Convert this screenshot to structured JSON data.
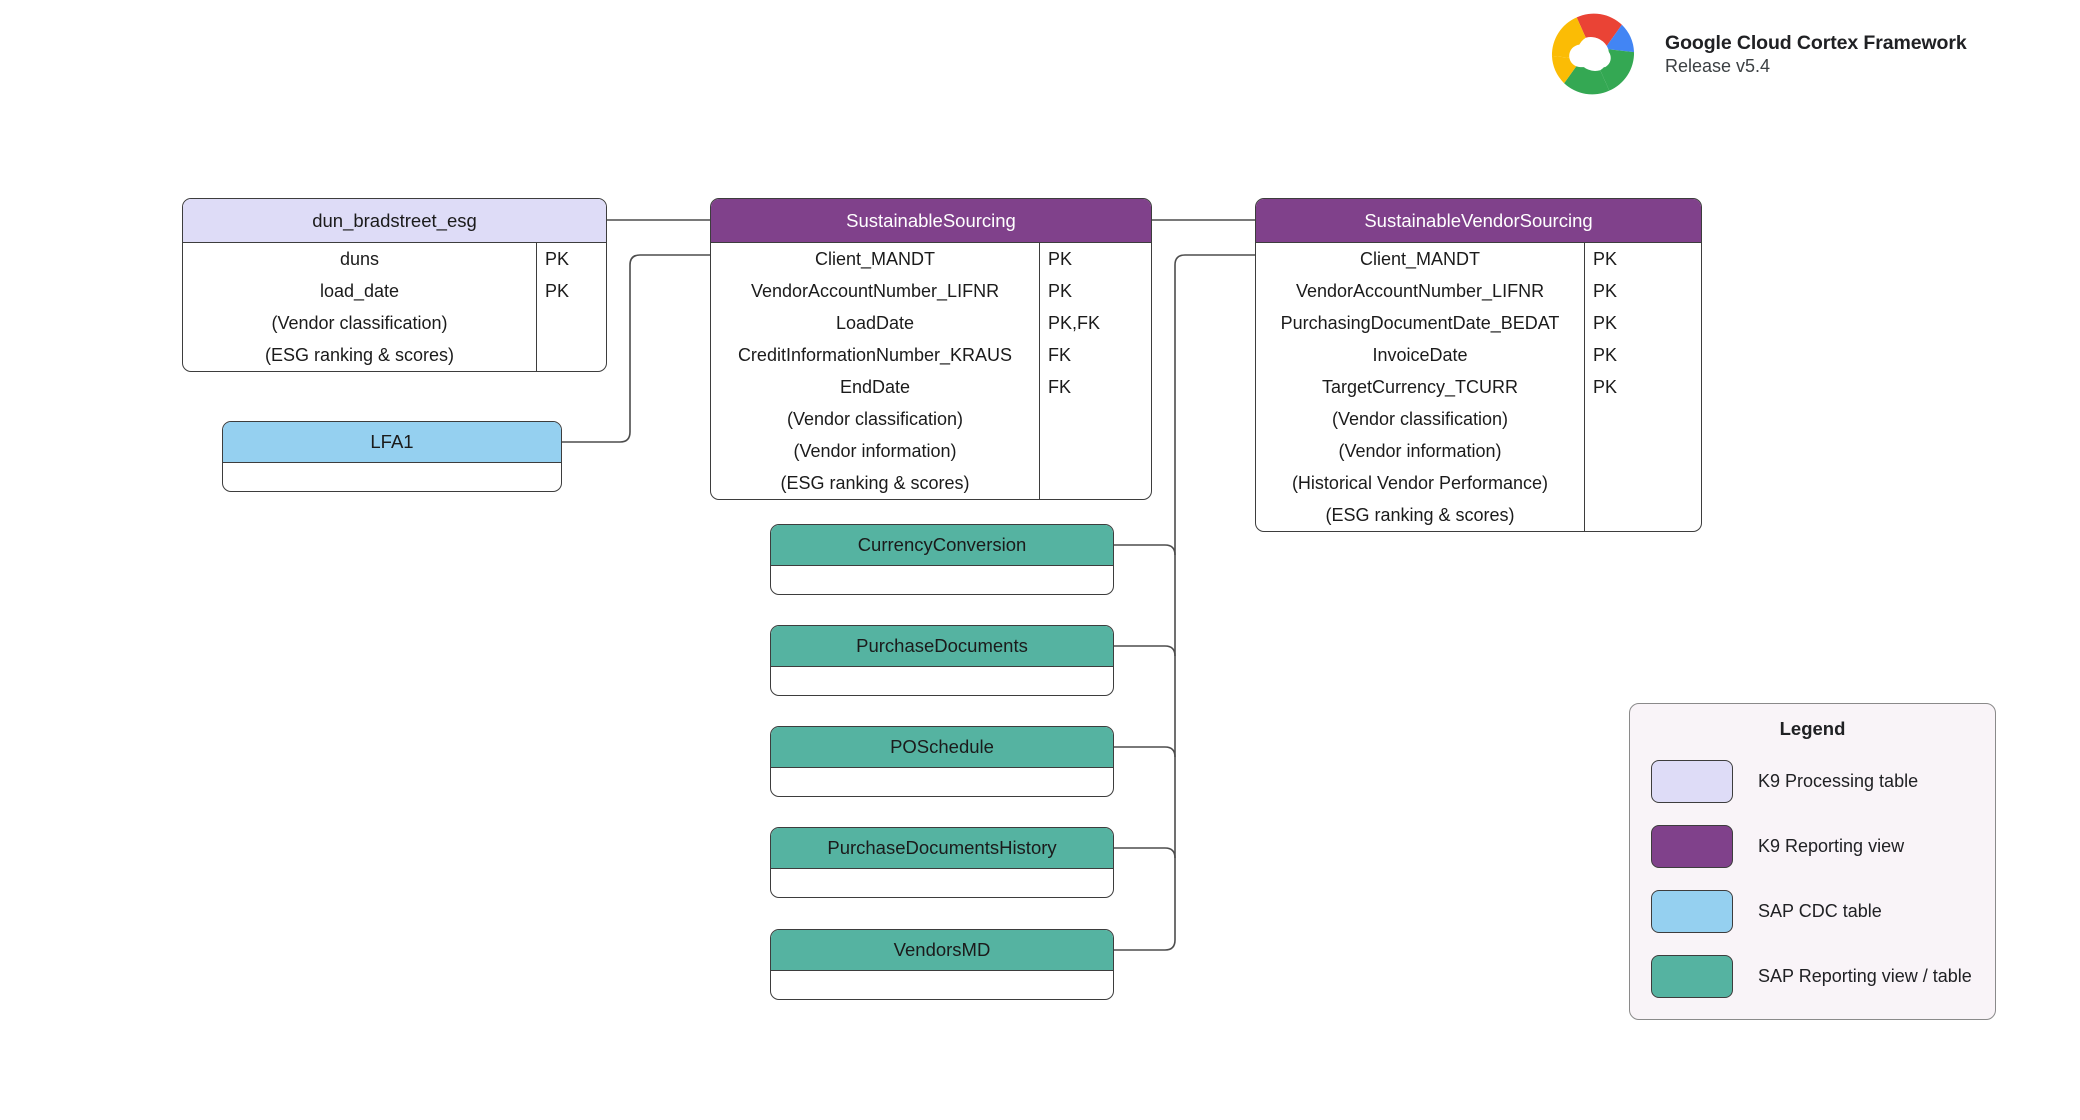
{
  "brand": {
    "logo_icon": "google-cloud-logo",
    "title": "Google Cloud Cortex Framework",
    "subtitle": "Release v5.4"
  },
  "colors": {
    "k9_processing_table": "#dedcf7",
    "k9_reporting_view": "#80418b",
    "sap_cdc_table": "#95d0f0",
    "sap_reporting_view": "#55b3a1",
    "connector": "#4d4d4d",
    "border": "#3d3d3d",
    "legend_background": "#f9f4f8"
  },
  "entities": {
    "dun_bradstreet_esg": {
      "title": "dun_bradstreet_esg",
      "fields": [
        "duns",
        "load_date",
        "(Vendor classification)",
        "(ESG ranking & scores)"
      ],
      "keys": [
        "PK",
        "PK",
        "",
        ""
      ]
    },
    "sustainable_sourcing": {
      "title": "SustainableSourcing",
      "fields": [
        "Client_MANDT",
        "VendorAccountNumber_LIFNR",
        "LoadDate",
        "CreditInformationNumber_KRAUS",
        "EndDate",
        "(Vendor classification)",
        "(Vendor information)",
        "(ESG ranking & scores)"
      ],
      "keys": [
        "PK",
        "PK",
        "PK,FK",
        "FK",
        "FK",
        "",
        "",
        ""
      ]
    },
    "sustainable_vendor_sourcing": {
      "title": "SustainableVendorSourcing",
      "fields": [
        "Client_MANDT",
        "VendorAccountNumber_LIFNR",
        "PurchasingDocumentDate_BEDAT",
        "InvoiceDate",
        "TargetCurrency_TCURR",
        "(Vendor classification)",
        "(Vendor information)",
        "(Historical Vendor Performance)",
        "(ESG ranking & scores)"
      ],
      "keys": [
        "PK",
        "PK",
        "PK",
        "PK",
        "PK",
        "",
        "",
        "",
        ""
      ]
    },
    "lfa1": {
      "title": "LFA1",
      "fields": [],
      "keys": []
    },
    "currency_conversion": {
      "title": "CurrencyConversion",
      "fields": [],
      "keys": []
    },
    "purchase_documents": {
      "title": "PurchaseDocuments",
      "fields": [],
      "keys": []
    },
    "po_schedule": {
      "title": "POSchedule",
      "fields": [],
      "keys": []
    },
    "purchase_documents_history": {
      "title": "PurchaseDocumentsHistory",
      "fields": [],
      "keys": []
    },
    "vendors_md": {
      "title": "VendorsMD",
      "fields": [],
      "keys": []
    }
  },
  "legend": {
    "title": "Legend",
    "items": [
      {
        "label": "K9 Processing table",
        "color": "#dedcf7"
      },
      {
        "label": "K9 Reporting view",
        "color": "#80418b"
      },
      {
        "label": "SAP CDC table",
        "color": "#95d0f0"
      },
      {
        "label": "SAP Reporting view / table",
        "color": "#55b3a1"
      }
    ]
  }
}
